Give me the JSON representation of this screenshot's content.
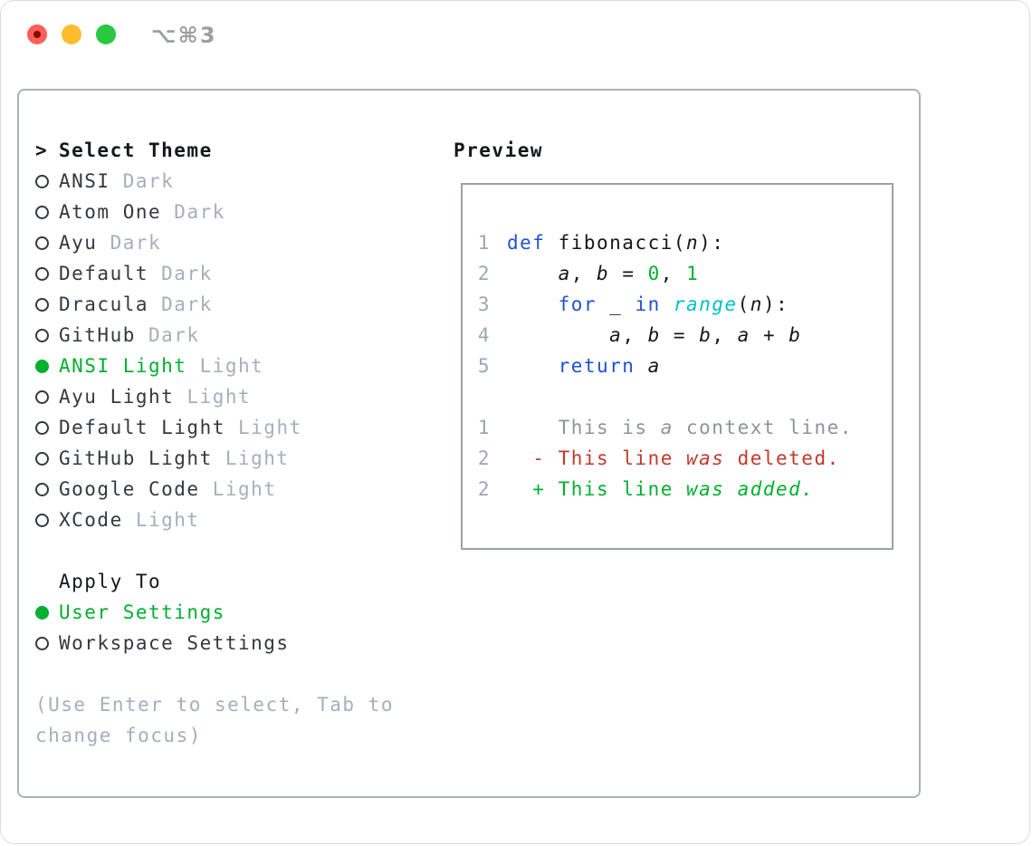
{
  "window": {
    "title": "⌥⌘3",
    "traffic_lights": [
      "close",
      "minimize",
      "zoom"
    ]
  },
  "select_theme": {
    "header_marker": ">",
    "header": "Select Theme",
    "themes": [
      {
        "name": "ANSI",
        "variant": "Dark",
        "selected": false
      },
      {
        "name": "Atom One",
        "variant": "Dark",
        "selected": false
      },
      {
        "name": "Ayu",
        "variant": "Dark",
        "selected": false
      },
      {
        "name": "Default",
        "variant": "Dark",
        "selected": false
      },
      {
        "name": "Dracula",
        "variant": "Dark",
        "selected": false
      },
      {
        "name": "GitHub",
        "variant": "Dark",
        "selected": false
      },
      {
        "name": "ANSI Light",
        "variant": "Light",
        "selected": true
      },
      {
        "name": "Ayu Light",
        "variant": "Light",
        "selected": false
      },
      {
        "name": "Default Light",
        "variant": "Light",
        "selected": false
      },
      {
        "name": "GitHub Light",
        "variant": "Light",
        "selected": false
      },
      {
        "name": "Google Code",
        "variant": "Light",
        "selected": false
      },
      {
        "name": "XCode",
        "variant": "Light",
        "selected": false
      }
    ]
  },
  "apply_to": {
    "header": "Apply To",
    "options": [
      {
        "label": "User Settings",
        "selected": true
      },
      {
        "label": "Workspace Settings",
        "selected": false
      }
    ]
  },
  "hint_lines": [
    "(Use Enter to select, Tab to",
    "change focus)"
  ],
  "preview": {
    "header": "Preview",
    "code_lines": [
      {
        "num": "1",
        "segments": [
          [
            "kw",
            "def"
          ],
          [
            "pl",
            " fibonacci("
          ],
          [
            "id",
            "n"
          ],
          [
            "pl",
            "):"
          ]
        ]
      },
      {
        "num": "2",
        "segments": [
          [
            "pl",
            "    "
          ],
          [
            "id",
            "a"
          ],
          [
            "pl",
            ", "
          ],
          [
            "id",
            "b"
          ],
          [
            "pl",
            " = "
          ],
          [
            "num",
            "0"
          ],
          [
            "pl",
            ", "
          ],
          [
            "num",
            "1"
          ]
        ]
      },
      {
        "num": "3",
        "segments": [
          [
            "pl",
            "    "
          ],
          [
            "kw",
            "for"
          ],
          [
            "pl",
            " _ "
          ],
          [
            "kw",
            "in"
          ],
          [
            "pl",
            " "
          ],
          [
            "bi",
            "range"
          ],
          [
            "pl",
            "("
          ],
          [
            "id",
            "n"
          ],
          [
            "pl",
            "):"
          ]
        ]
      },
      {
        "num": "4",
        "segments": [
          [
            "pl",
            "        "
          ],
          [
            "id",
            "a"
          ],
          [
            "pl",
            ", "
          ],
          [
            "id",
            "b"
          ],
          [
            "pl",
            " = "
          ],
          [
            "id",
            "b"
          ],
          [
            "pl",
            ", "
          ],
          [
            "id",
            "a"
          ],
          [
            "pl",
            " + "
          ],
          [
            "id",
            "b"
          ]
        ]
      },
      {
        "num": "5",
        "segments": [
          [
            "pl",
            "    "
          ],
          [
            "kw",
            "return"
          ],
          [
            "pl",
            " "
          ],
          [
            "id",
            "a"
          ]
        ]
      },
      {
        "num": "",
        "segments": []
      },
      {
        "num": "1",
        "segments": [
          [
            "ctx",
            "    This is "
          ],
          [
            "ctx-it",
            "a"
          ],
          [
            "ctx",
            " context line."
          ]
        ]
      },
      {
        "num": "2",
        "segments": [
          [
            "del",
            "  - This line "
          ],
          [
            "del-it",
            "was"
          ],
          [
            "del",
            " deleted."
          ]
        ]
      },
      {
        "num": "2",
        "segments": [
          [
            "add",
            "  + This line "
          ],
          [
            "add-it",
            "was"
          ],
          [
            "add",
            " "
          ],
          [
            "add-it",
            "added."
          ]
        ]
      }
    ]
  },
  "colors": {
    "ink": "#14171c",
    "dark": "#34383f",
    "muted": "#a6aebb",
    "ctx": "#8d949d",
    "lnum": "#9ca6b6",
    "green": "#00b02e",
    "blue": "#2250d4",
    "cyan": "#00c0cb",
    "red": "#c2392a",
    "border-outer": "#a9b1ba",
    "border-preview": "#9aa2ab",
    "tl-red": "#ff5f57",
    "tl-red-dot": "#820b05",
    "tl-yellow": "#febc2e",
    "tl-green": "#28c840",
    "title-gray": "#9b9ea3"
  }
}
